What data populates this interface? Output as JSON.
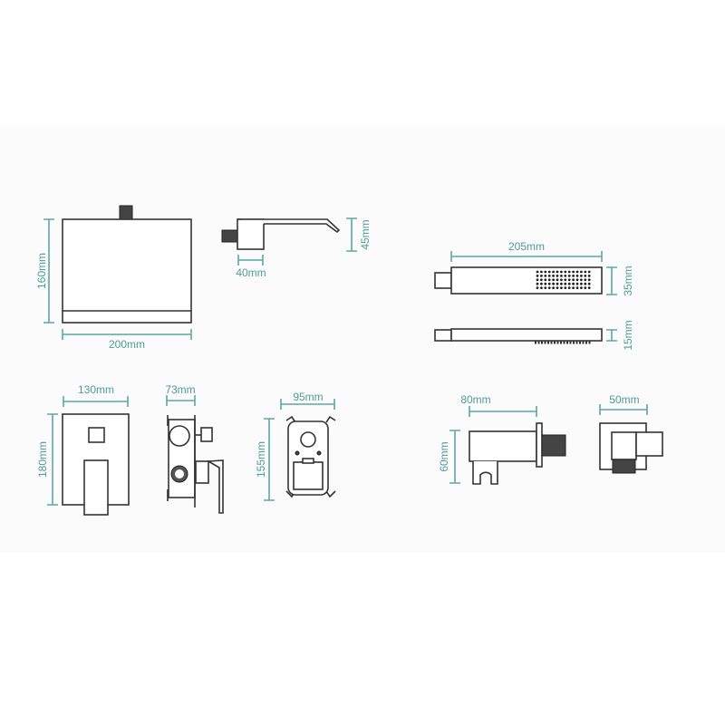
{
  "colors": {
    "dimension": "#5aa9a0",
    "outline": "#333333"
  },
  "parts": {
    "rain_head": {
      "width": "200mm",
      "height": "160mm"
    },
    "shower_arm": {
      "depth": "40mm",
      "height": "45mm"
    },
    "hand_shower": {
      "length": "205mm",
      "width": "35mm",
      "thickness": "15mm"
    },
    "faceplate": {
      "width": "130mm",
      "height": "180mm"
    },
    "valve_side": {
      "depth": "73mm"
    },
    "valve_box": {
      "width": "95mm",
      "height": "155mm"
    },
    "holder": {
      "length": "80mm",
      "height": "60mm"
    },
    "outlet": {
      "width": "50mm"
    }
  }
}
